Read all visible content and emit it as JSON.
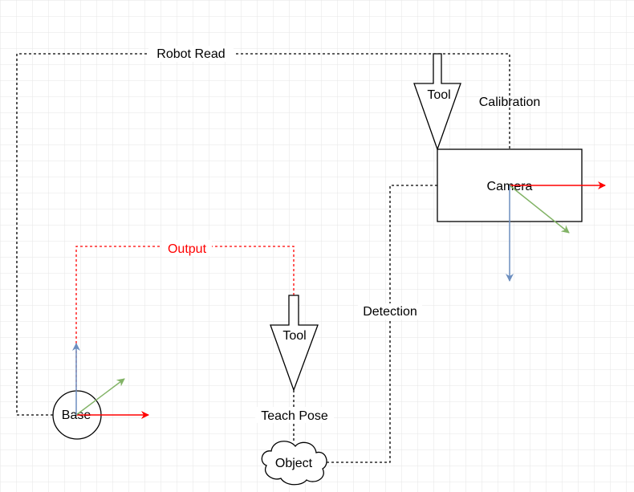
{
  "labels": {
    "robot_read": "Robot Read",
    "calibration": "Calibration",
    "output": "Output",
    "detection": "Detection",
    "teach_pose": "Teach Pose"
  },
  "nodes": {
    "base": "Base",
    "camera": "Camera",
    "object": "Object",
    "tool_top": "Tool",
    "tool_bottom": "Tool"
  },
  "colors": {
    "grid": "#e6e6e6",
    "line": "#000000",
    "output": "#ff0000",
    "axis_x": "#ff0000",
    "axis_y": "#82b366",
    "axis_z": "#6c8ebf",
    "node_fill": "#ffffff"
  }
}
